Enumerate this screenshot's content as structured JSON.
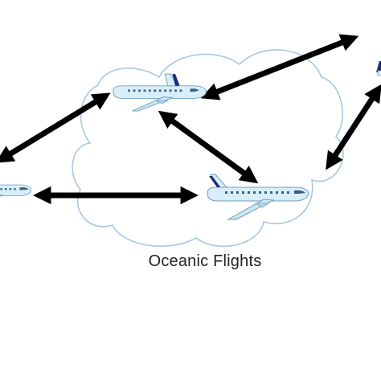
{
  "diagram": {
    "caption": "Oceanic Flights",
    "colors": {
      "background": "#ffffff",
      "cloud_fill": "#ffffff",
      "cloud_stroke": "#a9c6e4",
      "arrow": "#000000",
      "fuselage": "#d8eef8",
      "fuselage_outline": "#6f9fc0",
      "tail_accent": "#1f2a80",
      "window": "#3b5f80"
    },
    "nodes": [
      {
        "id": "aircraft-top",
        "icon": "airplane-icon"
      },
      {
        "id": "aircraft-middle",
        "icon": "airplane-icon"
      },
      {
        "id": "aircraft-left-edge",
        "icon": "airplane-icon"
      },
      {
        "id": "aircraft-right-edge",
        "icon": "airplane-icon"
      }
    ],
    "links": [
      {
        "from": "aircraft-left-edge",
        "to": "aircraft-top",
        "direction": "bidirectional"
      },
      {
        "from": "aircraft-top",
        "to": "aircraft-right-edge",
        "direction": "bidirectional"
      },
      {
        "from": "aircraft-top",
        "to": "aircraft-middle",
        "direction": "bidirectional"
      },
      {
        "from": "aircraft-left-edge",
        "to": "aircraft-middle",
        "direction": "bidirectional"
      },
      {
        "from": "aircraft-right-edge",
        "to": "cloud-region",
        "direction": "bidirectional"
      }
    ]
  }
}
